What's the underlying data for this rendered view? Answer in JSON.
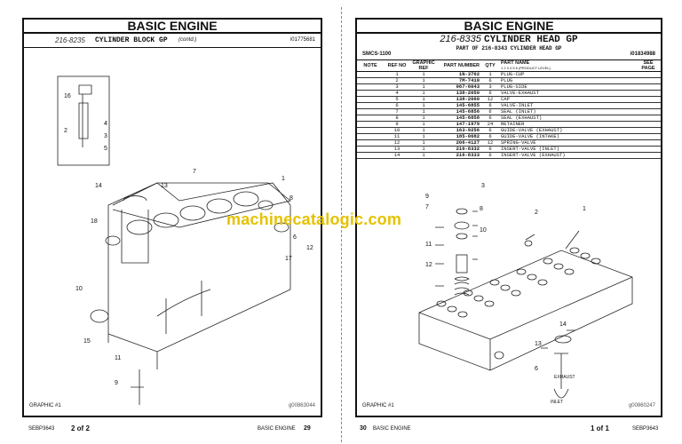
{
  "left_page": {
    "header": "BASIC ENGINE",
    "part_no": "216-8235",
    "title": "CYLINDER BLOCK GP",
    "contd": "(contd.)",
    "doc_id": "i01775681",
    "graphic_label": "GRAPHIC #1",
    "graphic_id": "g00863044",
    "callouts": [
      "16",
      "2",
      "4",
      "3",
      "5",
      "7",
      "13",
      "14",
      "1",
      "8",
      "18",
      "6",
      "12",
      "17",
      "10",
      "15",
      "11",
      "9"
    ],
    "footer": {
      "doc": "SEBP3643",
      "page_of": "2 of 2",
      "section": "BASIC ENGINE",
      "page": "29"
    }
  },
  "right_page": {
    "header": "BASIC ENGINE",
    "part_no": "216-8335",
    "title": "CYLINDER HEAD GP",
    "part_of": "PART OF 216-8343 CYLINDER HEAD GP",
    "smcs": "SMCS-1100",
    "doc_id": "i01834988",
    "columns": {
      "note": "NOTE",
      "ref": "REF NO",
      "graphic": "GRAPHIC REF",
      "part": "PART NUMBER",
      "qty": "QTY",
      "name": "PART NAME",
      "levels": "1  2  3  4  5  6  (PRODUCT LEVEL)",
      "see": "SEE PAGE"
    },
    "rows": [
      [
        "1",
        "1",
        "1N-3762",
        "1",
        "PLUG-CUP"
      ],
      [
        "2",
        "1",
        "7M-7410",
        "6",
        "PLUG"
      ],
      [
        "3",
        "1",
        "067-6043",
        "3",
        "PLUG-SIDE"
      ],
      [
        "4",
        "1",
        "138-2050",
        "6",
        "VALVE-EXHAUST"
      ],
      [
        "5",
        "1",
        "138-2060",
        "12",
        "CAP"
      ],
      [
        "6",
        "1",
        "145-6855",
        "6",
        "VALVE-INLET"
      ],
      [
        "7",
        "1",
        "145-6856",
        "6",
        "SEAL (INLET)"
      ],
      [
        "8",
        "1",
        "145-6858",
        "6",
        "SEAL (EXHAUST)"
      ],
      [
        "9",
        "1",
        "147-1979",
        "24",
        "RETAINER"
      ],
      [
        "10",
        "1",
        "163-9256",
        "6",
        "GUIDE-VALVE (EXHAUST)"
      ],
      [
        "11",
        "1",
        "185-0682",
        "6",
        "GUIDE-VALVE (INTAKE)"
      ],
      [
        "12",
        "1",
        "206-4127",
        "12",
        "SPRING-VALVE"
      ],
      [
        "13",
        "1",
        "216-8332",
        "6",
        "INSERT-VALVE (INLET)"
      ],
      [
        "14",
        "1",
        "216-8333",
        "6",
        "INSERT-VALVE (EXHAUST)"
      ]
    ],
    "callouts": [
      "9",
      "3",
      "8",
      "7",
      "10",
      "11",
      "12",
      "2",
      "1",
      "14",
      "13",
      "6"
    ],
    "exhaust": "EXHAUST",
    "inlet": "INLET",
    "graphic_label": "GRAPHIC #1",
    "graphic_id": "g00860247",
    "footer": {
      "page": "30",
      "section": "BASIC ENGINE",
      "page_of": "1 of 1",
      "doc": "SEBP3643"
    }
  },
  "watermark": "machinecatalogic.com"
}
